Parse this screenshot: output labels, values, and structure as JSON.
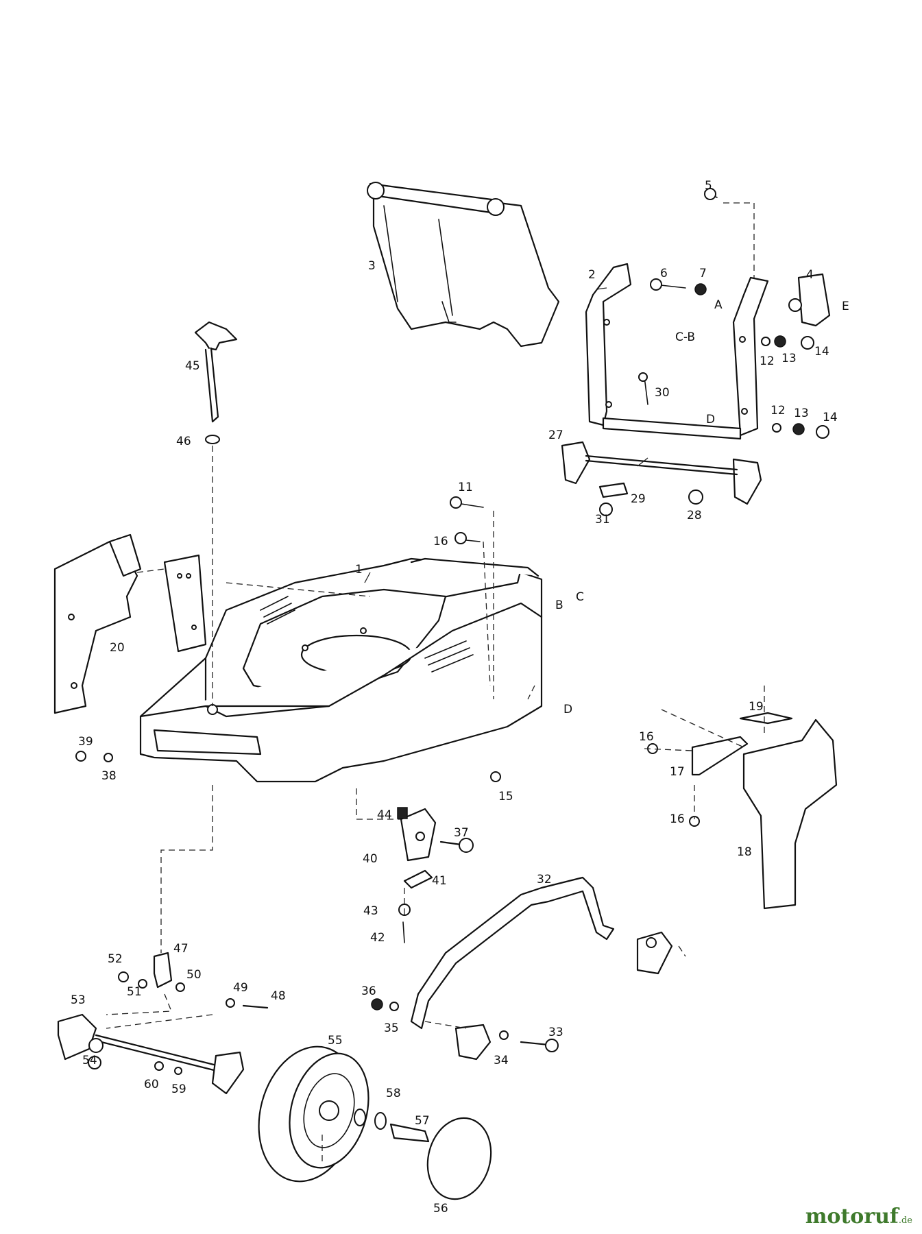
{
  "callouts": {
    "p1": "1",
    "p2": "2",
    "p3": "3",
    "p4": "4",
    "p5": "5",
    "p6": "6",
    "p7": "7",
    "p11": "11",
    "p12a": "12",
    "p12b": "12",
    "p13a": "13",
    "p13b": "13",
    "p14a": "14",
    "p14b": "14",
    "p15": "15",
    "p16a": "16",
    "p16b": "16",
    "p16c": "16",
    "p17": "17",
    "p18": "18",
    "p19": "19",
    "p20": "20",
    "p27": "27",
    "p28": "28",
    "p29": "29",
    "p30": "30",
    "p31": "31",
    "p32": "32",
    "p33": "33",
    "p34": "34",
    "p35": "35",
    "p36": "36",
    "p37": "37",
    "p38": "38",
    "p39": "39",
    "p40": "40",
    "p41": "41",
    "p42": "42",
    "p43": "43",
    "p44": "44",
    "p45": "45",
    "p46": "46",
    "p47": "47",
    "p48": "48",
    "p49": "49",
    "p50": "50",
    "p51": "51",
    "p52": "52",
    "p53": "53",
    "p54": "54",
    "p55": "55",
    "p56": "56",
    "p57": "57",
    "p58": "58",
    "p59": "59",
    "p60": "60"
  },
  "refs": {
    "a_top": "A",
    "b_top": "C-B",
    "e_top": "E",
    "d_top": "D",
    "b_deck": "B",
    "c_deck": "C",
    "d_deck": "D"
  },
  "watermark": {
    "brand": "motoruf",
    "tld": ".de",
    "color": "#3f7a2c"
  }
}
